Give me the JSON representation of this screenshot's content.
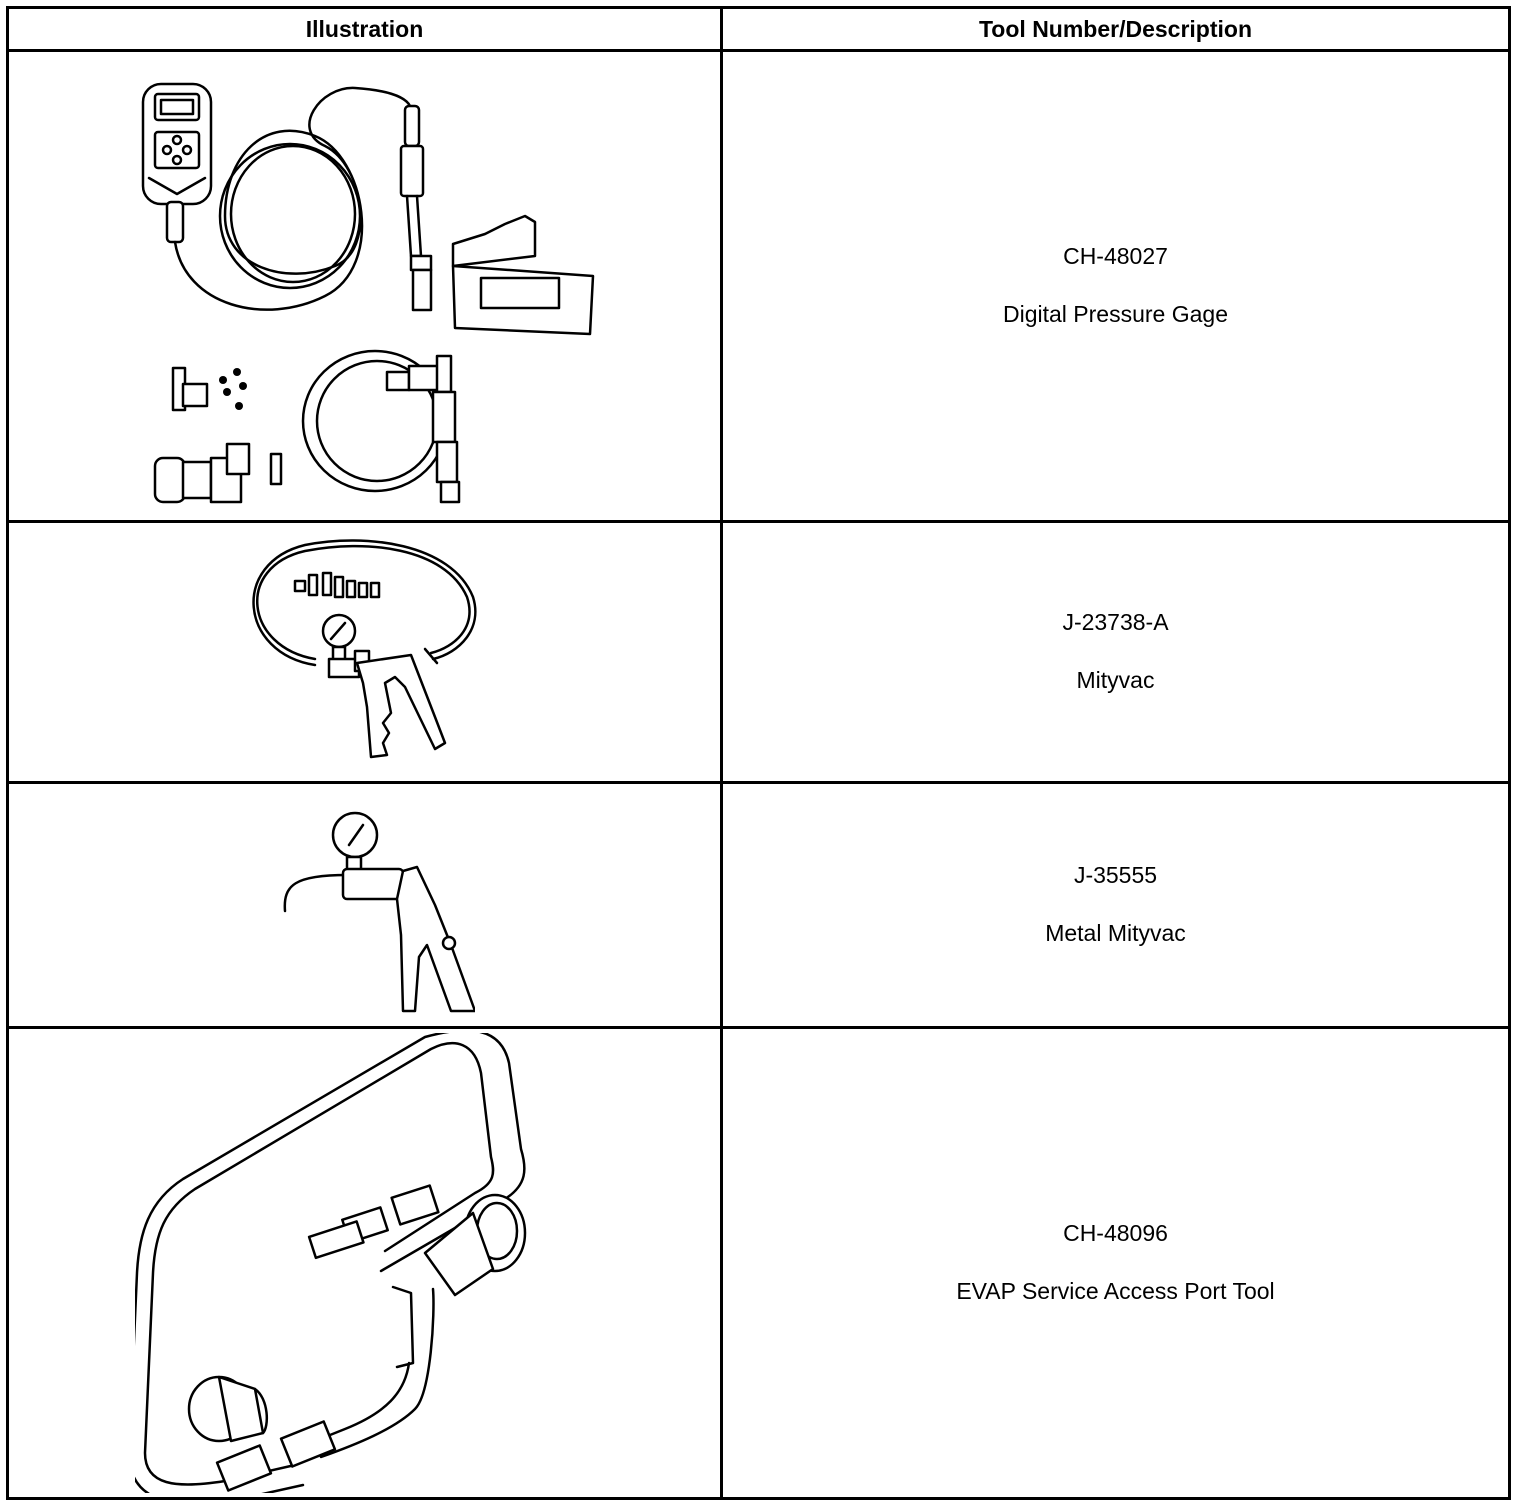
{
  "table": {
    "headers": [
      "Illustration",
      "Tool Number/Description"
    ],
    "rows": [
      {
        "number": "CH-48027",
        "description": "Digital Pressure Gage",
        "icon": "digital-pressure-gage-kit-illustration"
      },
      {
        "number": "J-23738-A",
        "description": "Mityvac",
        "icon": "mityvac-pump-illustration"
      },
      {
        "number": "J-35555",
        "description": "Metal Mityvac",
        "icon": "metal-mityvac-pump-illustration"
      },
      {
        "number": "CH-48096",
        "description": "EVAP Service Access Port Tool",
        "icon": "evap-service-port-tool-illustration"
      }
    ]
  }
}
